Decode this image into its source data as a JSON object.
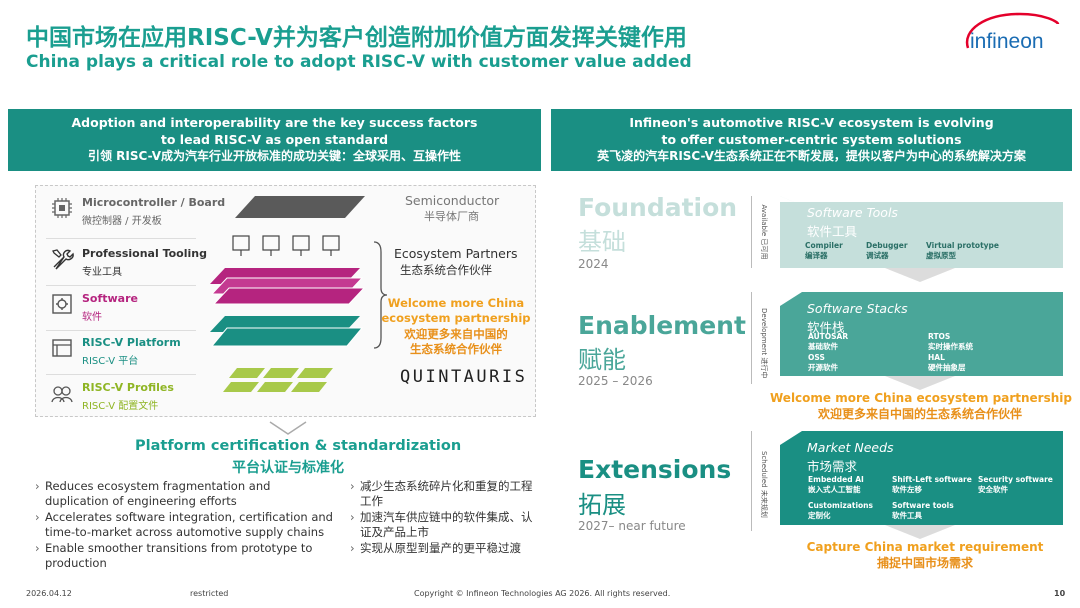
{
  "title": {
    "cn": "中国市场在应用RISC-V并为客户创造附加价值方面发挥关键作用",
    "en": "China plays a critical role to adopt RISC-V with customer value added"
  },
  "logo": {
    "text": "infineon",
    "color": "#1a6cb3",
    "accent": "#e4002b"
  },
  "left_header": {
    "line1": "Adoption and interoperability are the key success factors",
    "line2": "to lead RISC-V as open standard",
    "line3": "引领 RISC-V成为汽车行业开放标准的成功关键：全球采用、互操作性"
  },
  "right_header": {
    "line1": "Infineon's automotive RISC-V ecosystem is evolving",
    "line2": "to offer customer-centric system solutions",
    "line3": "英飞凌的汽车RISC-V生态系统正在不断发展，提供以客户为中心的系统解决方案"
  },
  "layers": [
    {
      "en": "Microcontroller / Board",
      "cn": "微控制器 / 开发板",
      "icon": "chip-icon",
      "color": "#666666"
    },
    {
      "en": "Professional Tooling",
      "cn": "专业工具",
      "icon": "tools-icon",
      "color": "#333333"
    },
    {
      "en": "Software",
      "cn": "软件",
      "icon": "software-icon",
      "color": "#b5247f"
    },
    {
      "en": "RISC-V Platform",
      "cn": "RISC-V 平台",
      "icon": "platform-icon",
      "color": "#1a8f83"
    },
    {
      "en": "RISC-V Profiles",
      "cn": "RISC-V 配置文件",
      "icon": "profiles-icon",
      "color": "#8fb524"
    }
  ],
  "diagram": {
    "semiconductor_en": "Semiconductor",
    "semiconductor_cn": "半导体厂商",
    "eco_en": "Ecosystem Partners",
    "eco_cn": "生态系统合作伙伴",
    "welcome_en_1": "Welcome more China",
    "welcome_en_2": "ecosystem partnership",
    "welcome_cn_1": "欢迎更多来自中国的",
    "welcome_cn_2": "生态系统合作伙伴",
    "quintauris": "QUINTAURIS"
  },
  "platform_cert": {
    "en": "Platform certification & standardization",
    "cn": "平台认证与标准化"
  },
  "bullets_en": [
    "Reduces ecosystem fragmentation and duplication of engineering efforts",
    "Accelerates software integration, certification and time-to-market across automotive supply chains",
    "Enable smoother transitions from prototype to production"
  ],
  "bullets_cn": [
    "减少生态系统碎片化和重复的工程工作",
    "加速汽车供应链中的软件集成、认证及产品上市",
    "实现从原型到量产的更平稳过渡"
  ],
  "stages": [
    {
      "en": "Foundation",
      "cn": "基础",
      "year": "2024",
      "color": "#c5dfdb",
      "vlabel": "Available 已可用"
    },
    {
      "en": "Enablement",
      "cn": "赋能",
      "year": "2025 – 2026",
      "color": "#4aa699",
      "vlabel": "Development 进行中"
    },
    {
      "en": "Extensions",
      "cn": "拓展",
      "year": "2027– near future",
      "color": "#1a8f83",
      "vlabel": "Scheduled 未来规划"
    }
  ],
  "cards": {
    "foundation": {
      "title": "Software Tools",
      "cn": "软件工具",
      "items": [
        {
          "en": "Compiler",
          "cn": "编译器"
        },
        {
          "en": "Debugger",
          "cn": "调试器"
        },
        {
          "en": "Virtual prototype",
          "cn": "虚拟原型"
        }
      ]
    },
    "enablement": {
      "title": "Software Stacks",
      "cn": "软件栈",
      "items": [
        {
          "en": "AUTOSAR",
          "cn": "基础软件"
        },
        {
          "en": "RTOS",
          "cn": "实时操作系统"
        },
        {
          "en": "OSS",
          "cn": "开源软件"
        },
        {
          "en": "HAL",
          "cn": "硬件抽象层"
        }
      ]
    },
    "extensions": {
      "title": "Market Needs",
      "cn": "市场需求",
      "items": [
        {
          "en": "Embedded AI",
          "cn": "嵌入式人工智能"
        },
        {
          "en": "Shift-Left software",
          "cn": "软件左移"
        },
        {
          "en": "Security software",
          "cn": "安全软件"
        },
        {
          "en": "Customizations",
          "cn": "定制化"
        },
        {
          "en": "Software tools",
          "cn": "软件工具"
        }
      ]
    }
  },
  "enablement_welcome": {
    "en": "Welcome more China ecosystem partnership",
    "cn": "欢迎更多来自中国的生态系统合作伙伴"
  },
  "capture": {
    "en": "Capture China market requirement",
    "cn": "捕捉中国市场需求"
  },
  "footer": {
    "date": "2026.04.12",
    "class": "restricted",
    "copyright": "Copyright © Infineon Technologies AG 2026. All rights reserved.",
    "page": "10"
  }
}
